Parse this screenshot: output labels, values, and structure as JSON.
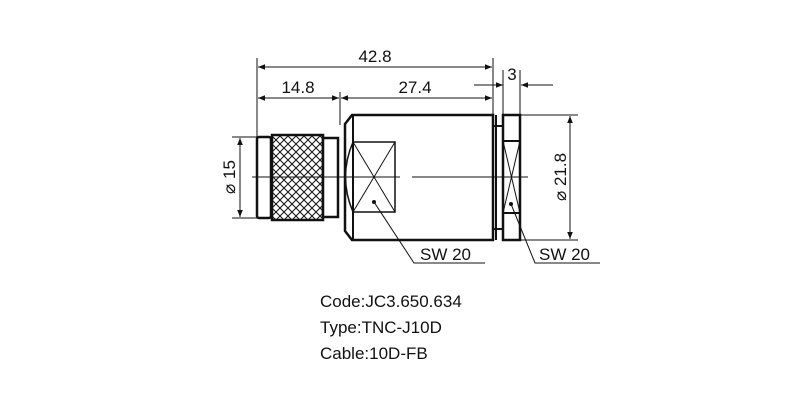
{
  "drawing": {
    "dimensions": {
      "overall_length": "42.8",
      "nut_length": "14.8",
      "body_length": "27.4",
      "rear_nut_width": "3",
      "nut_diameter": "⌀ 15",
      "body_diameter": "⌀ 21.8"
    },
    "callouts": {
      "body_wrench": "SW 20",
      "rear_wrench": "SW 20"
    }
  },
  "specs": {
    "code": "Code:JC3.650.634",
    "type": "Type:TNC-J10D",
    "cable": "Cable:10D-FB"
  }
}
